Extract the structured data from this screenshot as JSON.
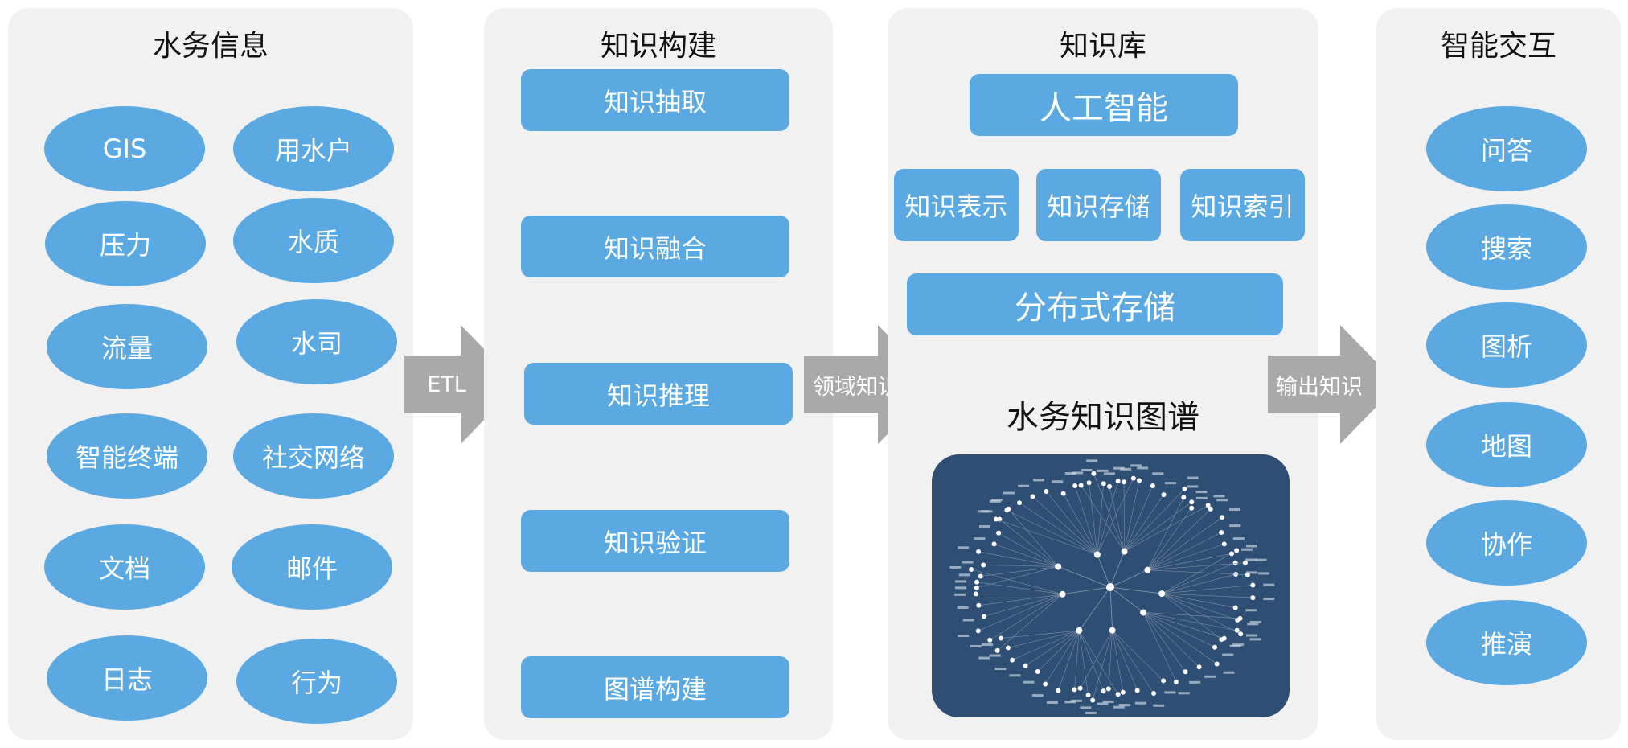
{
  "sections": {
    "water_info": {
      "title": "水务信息",
      "items": [
        "GIS",
        "用水户",
        "压力",
        "水质",
        "流量",
        "水司",
        "智能终端",
        "社交网络",
        "文档",
        "邮件",
        "日志",
        "行为"
      ]
    },
    "knowledge_build": {
      "title": "知识构建",
      "items": [
        "知识抽取",
        "知识融合",
        "知识推理",
        "知识验证",
        "图谱构建"
      ]
    },
    "knowledge_base": {
      "title": "知识库",
      "ai": "人工智能",
      "middle": [
        "知识表示",
        "知识存储",
        "知识索引"
      ],
      "distributed": "分布式存储",
      "graph_title": "水务知识图谱"
    },
    "interaction": {
      "title": "智能交互",
      "items": [
        "问答",
        "搜索",
        "图析",
        "地图",
        "协作",
        "推演"
      ]
    }
  },
  "arrows": [
    "ETL",
    "领域知识",
    "输出知识"
  ],
  "colors": {
    "panel_bg": "#f1f1f1",
    "node_blue": "#5aa9e2",
    "arrow_gray": "#a9a9a9",
    "graph_bg": "#2e4f73"
  }
}
